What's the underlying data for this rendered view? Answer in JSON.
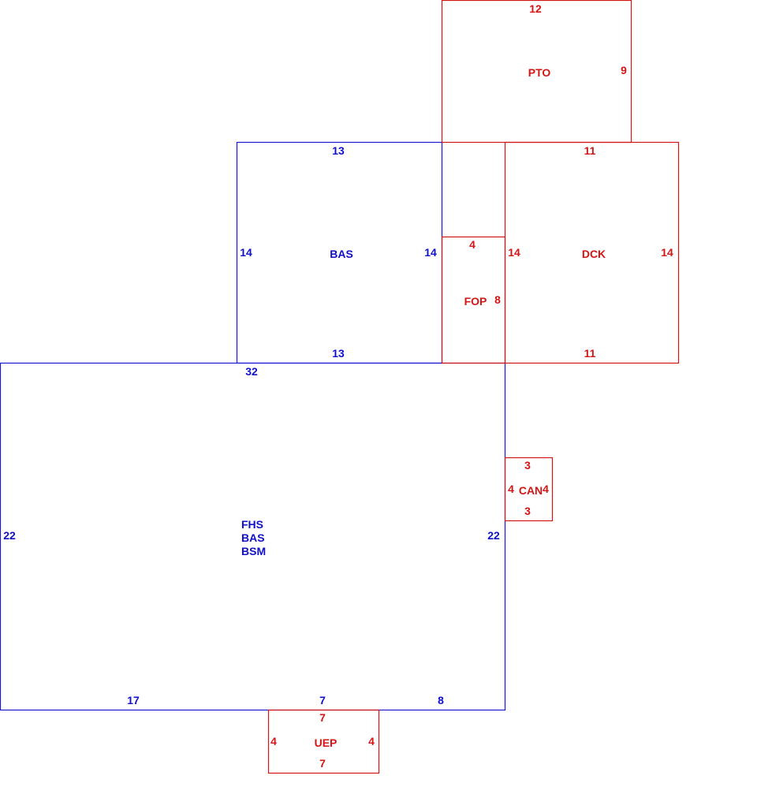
{
  "colors": {
    "living": "#1a1ad0",
    "exterior": "#d41515"
  },
  "areas": {
    "pto": {
      "label": "PTO",
      "top": "12",
      "right": "9"
    },
    "bas_upper": {
      "label": "BAS",
      "top": "13",
      "bottom": "13",
      "left": "14",
      "right": "14"
    },
    "fop": {
      "label": "FOP",
      "top": "4",
      "right": "8"
    },
    "dck": {
      "label": "DCK",
      "top": "11",
      "bottom": "11",
      "left": "14",
      "right": "14"
    },
    "main": {
      "label1": "FHS",
      "label2": "BAS",
      "label3": "BSM",
      "top": "32",
      "left": "22",
      "right": "22",
      "bottom1": "17",
      "bottom2": "7",
      "bottom3": "8"
    },
    "can": {
      "label": "CAN",
      "top": "3",
      "bottom": "3",
      "left": "4",
      "right": "4"
    },
    "uep": {
      "label": "UEP",
      "top": "7",
      "bottom": "7",
      "left": "4",
      "right": "4"
    }
  }
}
